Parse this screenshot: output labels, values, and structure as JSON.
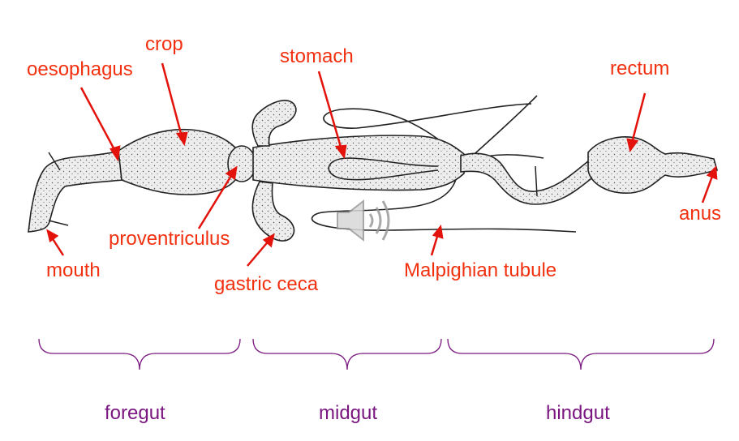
{
  "colors": {
    "label": "#f2300f",
    "arrow": "#e3120b",
    "region": "#7a1680",
    "outline": "#222222",
    "fill": "#ececec"
  },
  "labels": {
    "crop": "crop",
    "oesophagus": "oesophagus",
    "stomach": "stomach",
    "rectum": "rectum",
    "proventriculus": "proventriculus",
    "mouth": "mouth",
    "gastric_ceca": "gastric ceca",
    "malpighian_tubule": "Malpighian tubule",
    "anus": "anus"
  },
  "regions": {
    "foregut": "foregut",
    "midgut": "midgut",
    "hindgut": "hindgut"
  },
  "audio": {
    "icon": "speaker-icon"
  }
}
